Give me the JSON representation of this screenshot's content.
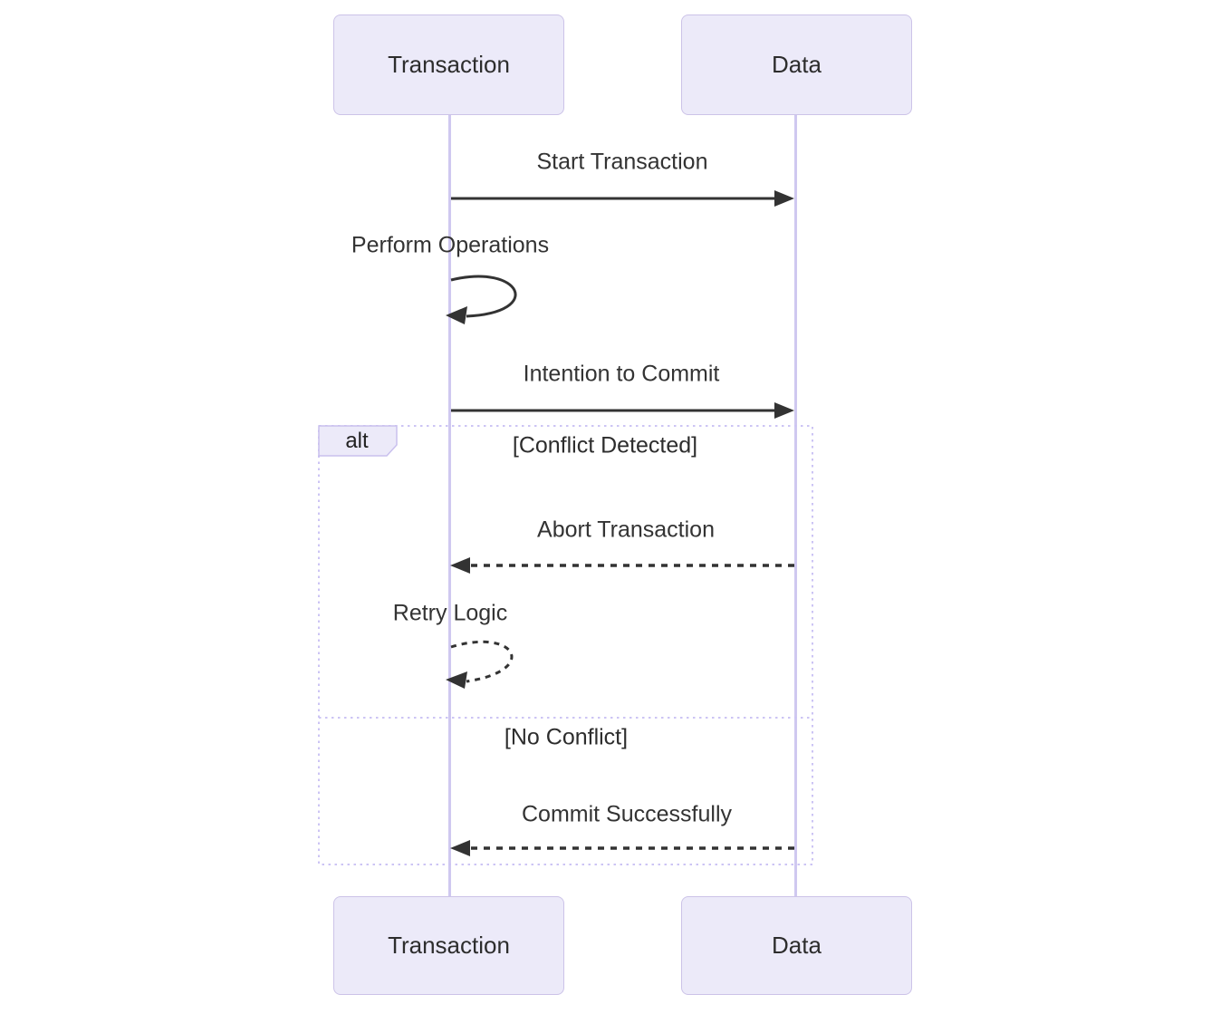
{
  "diagram_type": "sequence-diagram",
  "actors": {
    "transaction": {
      "label": "Transaction"
    },
    "data": {
      "label": "Data"
    }
  },
  "messages": {
    "start_transaction": {
      "label": "Start Transaction",
      "from": "Transaction",
      "to": "Data",
      "line_style": "solid"
    },
    "perform_operations": {
      "label": "Perform Operations",
      "from": "Transaction",
      "to": "Transaction",
      "line_style": "solid-self-loop"
    },
    "intention_to_commit": {
      "label": "Intention to Commit",
      "from": "Transaction",
      "to": "Data",
      "line_style": "solid"
    },
    "abort_transaction": {
      "label": "Abort Transaction",
      "from": "Data",
      "to": "Transaction",
      "line_style": "dashed"
    },
    "retry_logic": {
      "label": "Retry Logic",
      "from": "Transaction",
      "to": "Transaction",
      "line_style": "dashed-self-loop"
    },
    "commit_successfully": {
      "label": "Commit Successfully",
      "from": "Data",
      "to": "Transaction",
      "line_style": "dashed"
    }
  },
  "alt_frame": {
    "label": "alt",
    "branch1_condition": "[Conflict Detected]",
    "branch2_condition": "[No Conflict]"
  },
  "colors": {
    "actor_fill": "#ECEAF9",
    "actor_border": "#CCC3E8",
    "lifeline": "#CFC8F0",
    "frame_border": "#CCC4F4",
    "arrow": "#333333",
    "text": "#333333",
    "background": "#FFFFFF"
  }
}
